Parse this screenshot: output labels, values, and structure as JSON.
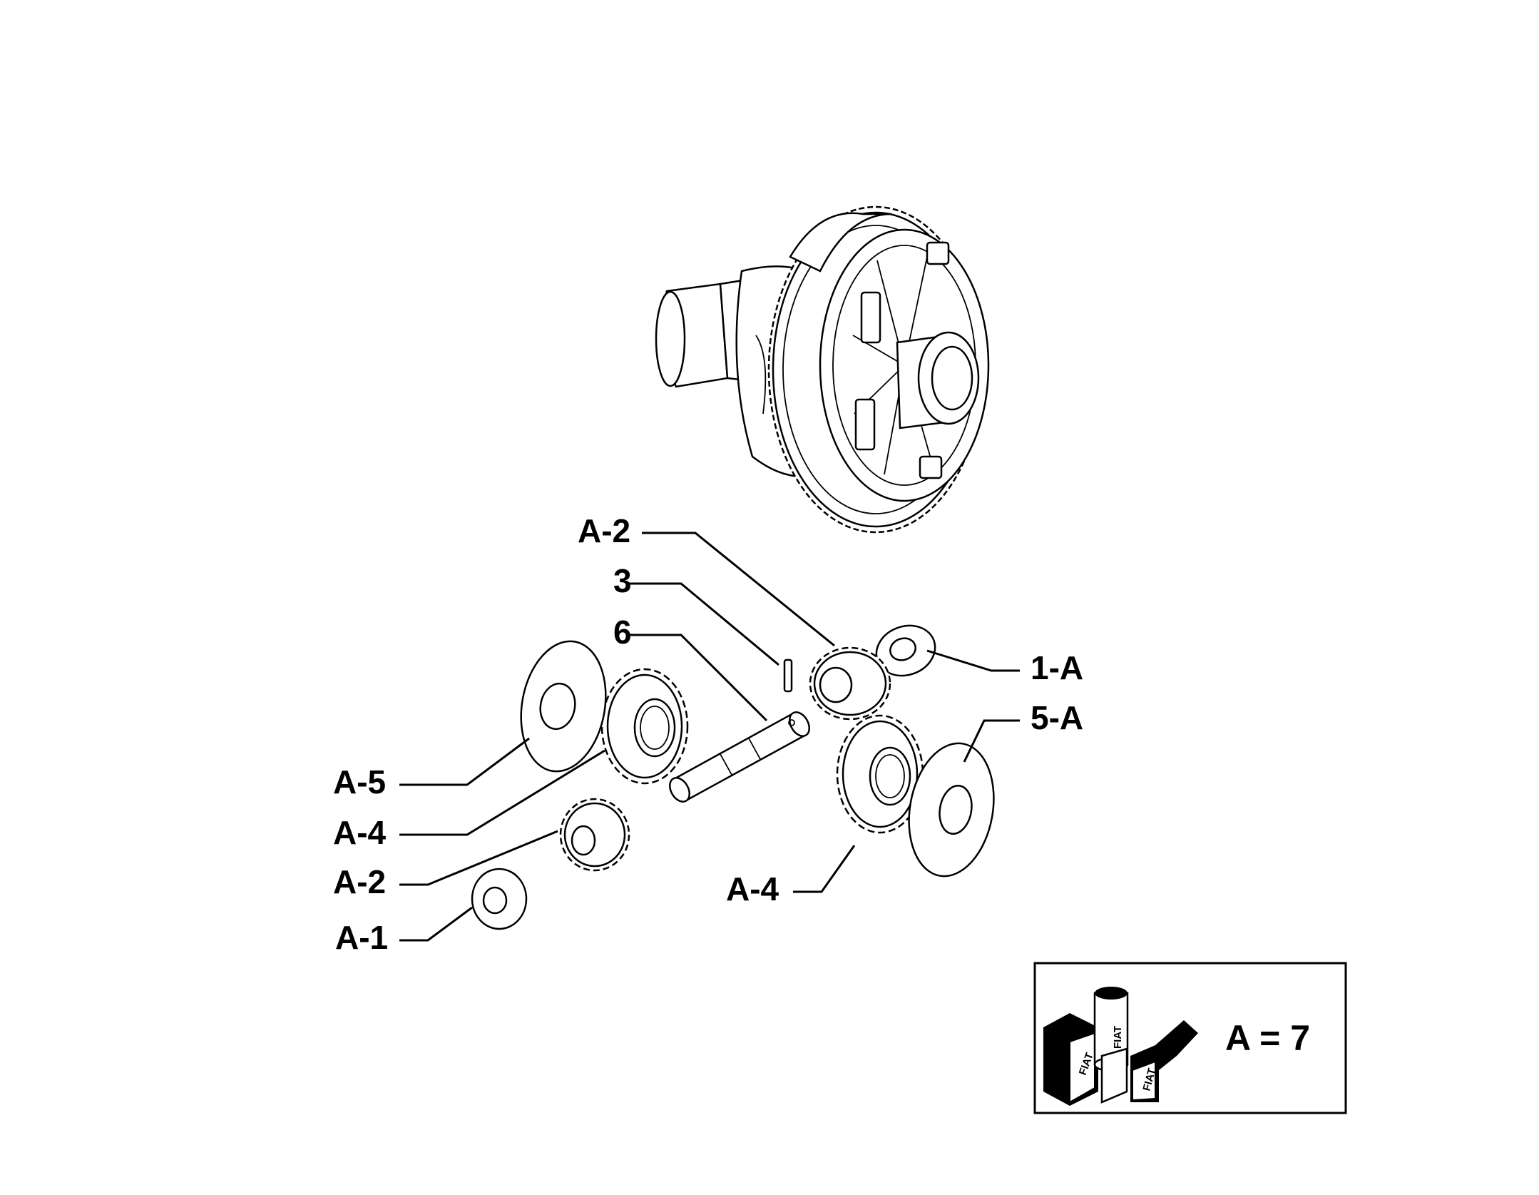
{
  "callouts": {
    "top_a2": "A-2",
    "three": "3",
    "six": "6",
    "one_a": "1-A",
    "five_a": "5-A",
    "a5": "A-5",
    "left_a4": "A-4",
    "left_a2": "A-2",
    "a1": "A-1",
    "right_a4": "A-4"
  },
  "legend": {
    "equation": "A = 7",
    "brand_text": "FIAT"
  },
  "icons": {
    "differential_housing": "differential-housing-drawing",
    "kit_icon": "parts-kit-boxes-icon"
  },
  "colors": {
    "line": "#000000",
    "background": "#ffffff"
  }
}
